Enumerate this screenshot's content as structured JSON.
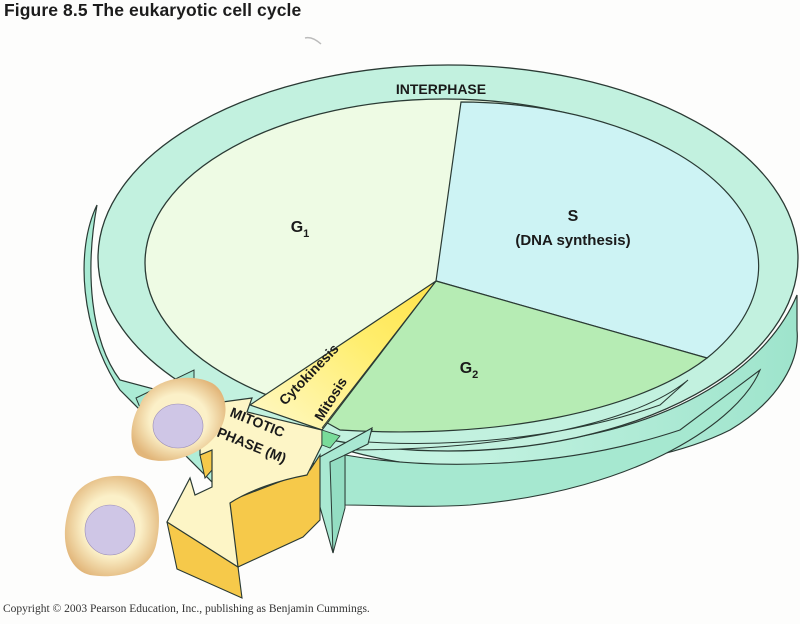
{
  "figure": {
    "title": "Figure 8.5  The eukaryotic cell cycle",
    "copyright": "Copyright © 2003 Pearson Education, Inc., publishing as Benjamin Cummings."
  },
  "labels": {
    "interphase": "INTERPHASE",
    "g1_main": "G",
    "g1_sub": "1",
    "s_main": "S",
    "s_desc": "(DNA synthesis)",
    "g2_main": "G",
    "g2_sub": "2",
    "cytokinesis": "Cytokinesis",
    "mitosis": "Mitosis",
    "mitotic_line1": "MITOTIC",
    "mitotic_line2": "PHASE (M)"
  },
  "colors": {
    "ring": "#bdf0dc",
    "ring_side": "#9fe6cf",
    "g1": "#eefbe4",
    "s": "#cdf3f4",
    "g2": "#b6ecb4",
    "mitosis": "#fff07a",
    "mitotic_arrow": "#fdf5c6",
    "mitotic_arrow_side": "#f6c94a",
    "cell_body": "#f3d9a6",
    "cell_edge": "#dcae6e",
    "nucleus": "#cfc6e6",
    "outline": "#2a3a34"
  }
}
